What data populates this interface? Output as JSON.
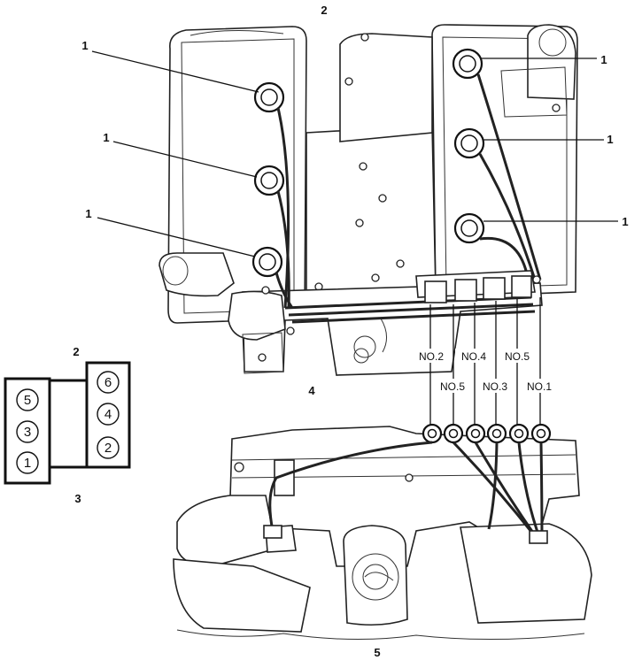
{
  "callouts": {
    "coil_left_1": "1",
    "coil_left_2": "1",
    "coil_left_3": "1",
    "coil_right_1": "1",
    "coil_right_2": "1",
    "coil_right_3": "1",
    "top_2": "2",
    "firing_2": "2",
    "firing_3": "3",
    "distributor_4": "4",
    "bottom_5": "5"
  },
  "wire_labels": {
    "top_row": [
      "NO.2",
      "NO.4",
      "NO.5"
    ],
    "bottom_row": [
      "NO.5",
      "NO.3",
      "NO.1"
    ]
  },
  "cylinder_banks": {
    "left_bank": [
      "5",
      "3",
      "1"
    ],
    "right_bank": [
      "6",
      "4",
      "2"
    ]
  }
}
